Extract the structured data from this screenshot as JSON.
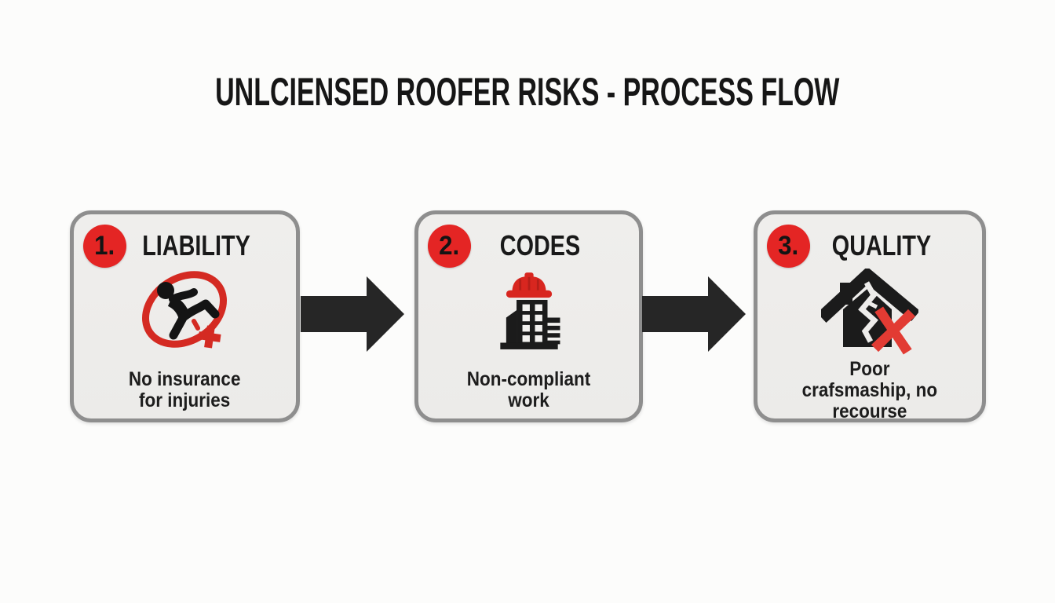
{
  "title": "UNLCIENSED ROOFER RISKS - PROCESS FLOW",
  "colors": {
    "background": "#fcfcfb",
    "box_fill": "#edecea",
    "box_border": "#8e8e8e",
    "accent_red": "#e42524",
    "arrow_black": "#262626",
    "text_black": "#1c1c1c"
  },
  "steps": [
    {
      "number": "1.",
      "heading": "LIABILITY",
      "icon": "slip-fall-no-insurance-icon",
      "caption": "No insurance\nfor injuries"
    },
    {
      "number": "2.",
      "heading": "CODES",
      "icon": "building-hardhat-icon",
      "caption": "Non-compliant\nwork"
    },
    {
      "number": "3.",
      "heading": "QUALITY",
      "icon": "cracked-house-x-icon",
      "caption": "Poor\ncrafsmaship, no\nrecourse"
    }
  ],
  "arrows": [
    {
      "direction": "right"
    },
    {
      "direction": "right"
    }
  ]
}
